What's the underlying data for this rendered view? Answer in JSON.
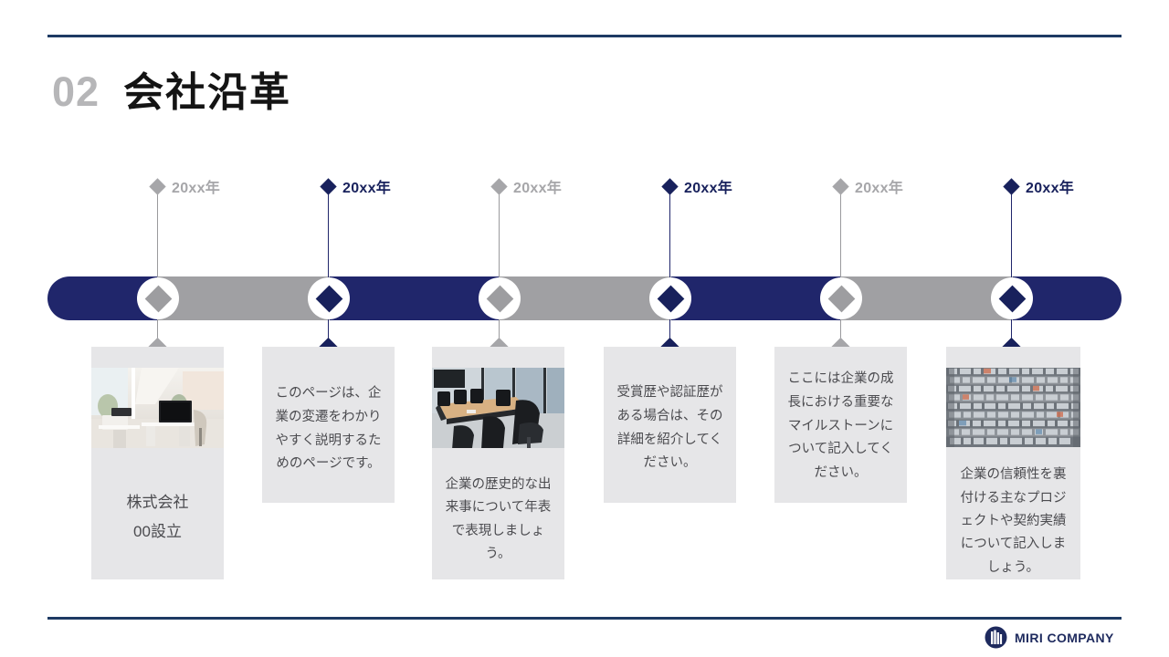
{
  "slide": {
    "number": "02",
    "title": "会社沿革",
    "accent_navy": "#20266b",
    "accent_gray": "#a0a0a3",
    "rule_color": "#1e3a63"
  },
  "timeline": {
    "milestones": [
      {
        "year": "20xx年",
        "tone": "gray"
      },
      {
        "year": "20xx年",
        "tone": "navy"
      },
      {
        "year": "20xx年",
        "tone": "gray"
      },
      {
        "year": "20xx年",
        "tone": "navy"
      },
      {
        "year": "20xx年",
        "tone": "gray"
      },
      {
        "year": "20xx年",
        "tone": "navy"
      }
    ]
  },
  "cards": [
    {
      "tone": "gray",
      "has_photo": true,
      "photo": "office-desks-photo",
      "text": "株式会社\n00設立"
    },
    {
      "tone": "navy",
      "has_photo": false,
      "photo": "",
      "text": "このページは、企業の変遷をわかりやすく説明するためのページです。"
    },
    {
      "tone": "gray",
      "has_photo": true,
      "photo": "meeting-room-photo",
      "text": "企業の歴史的な出来事について年表で表現しましょう。"
    },
    {
      "tone": "navy",
      "has_photo": false,
      "photo": "",
      "text": "受賞歴や認証歴がある場合は、その詳細を紹介してください。"
    },
    {
      "tone": "gray",
      "has_photo": false,
      "photo": "",
      "text": "ここには企業の成長における重要なマイルストーンについて記入してください。"
    },
    {
      "tone": "navy",
      "has_photo": true,
      "photo": "glass-building-photo",
      "text": "企業の信頼性を裏付ける主なプロジェクトや契約実績について記入しましょう。"
    }
  ],
  "footer": {
    "logo_icon": "building-circle-logo-icon",
    "company": "MIRI COMPANY"
  }
}
